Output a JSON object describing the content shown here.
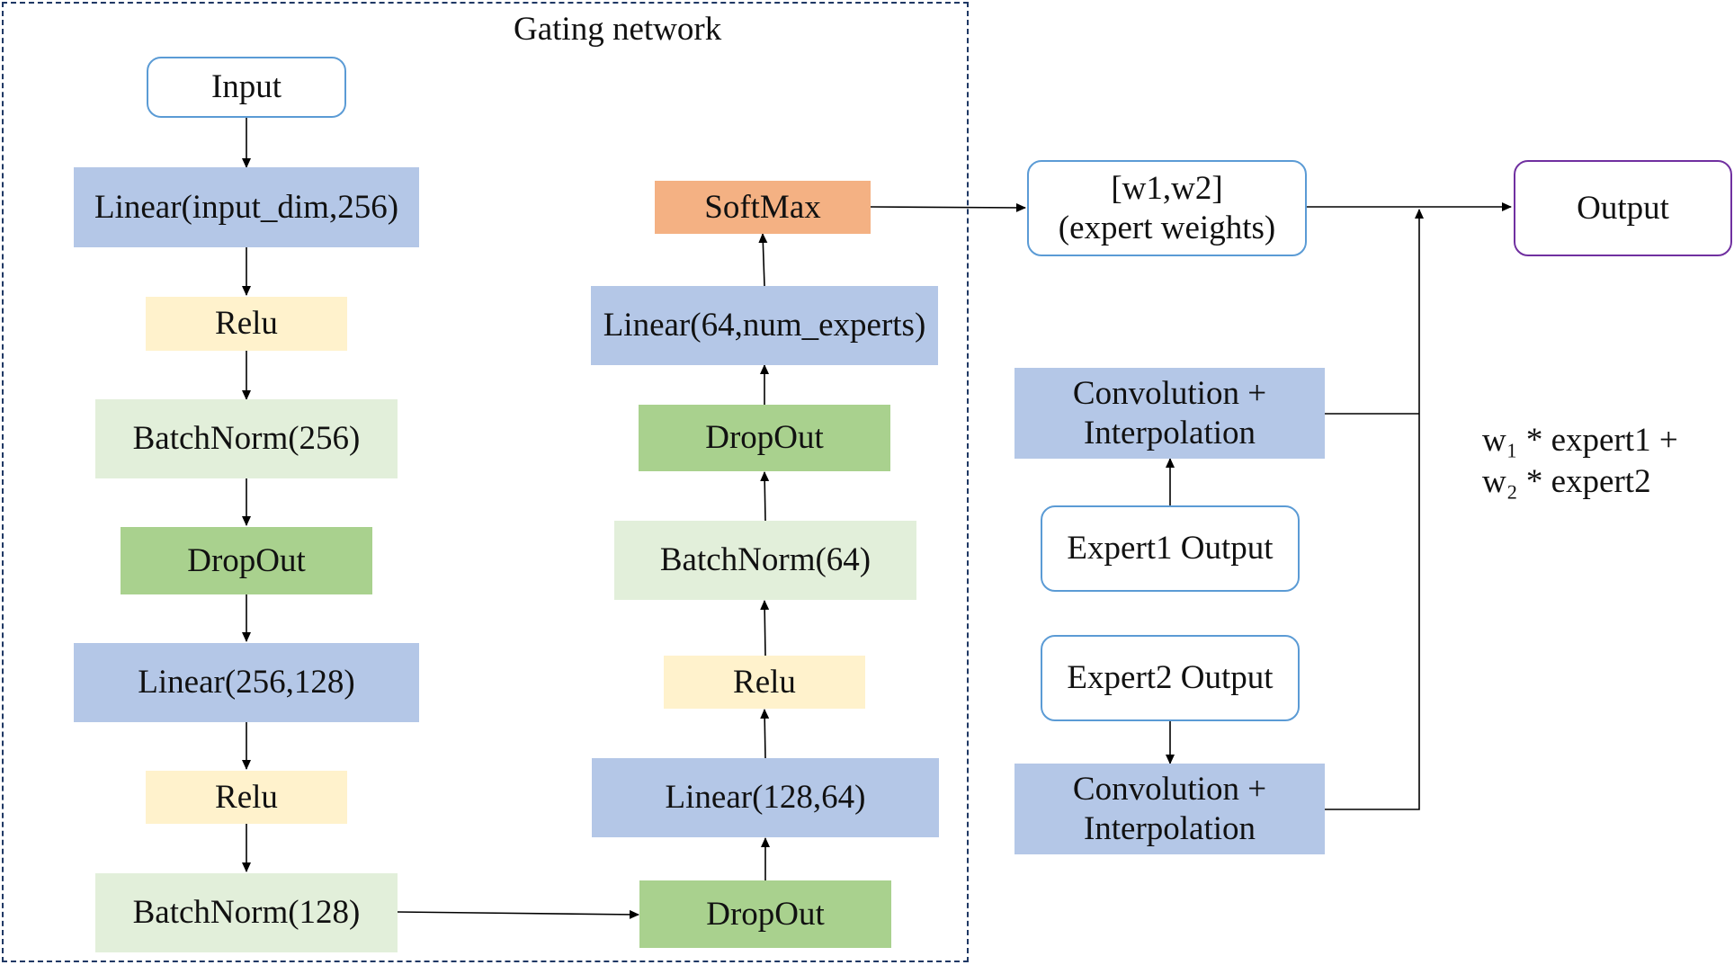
{
  "gating_network": {
    "title": "Gating network",
    "left_column": {
      "input": "Input",
      "linear1": "Linear(input_dim,256)",
      "relu1": "Relu",
      "batchnorm1": "BatchNorm(256)",
      "dropout1": "DropOut",
      "linear2": "Linear(256,128)",
      "relu2": "Relu",
      "batchnorm2": "BatchNorm(128)"
    },
    "right_column": {
      "dropout2": "DropOut",
      "linear3": "Linear(128,64)",
      "relu3": "Relu",
      "batchnorm3": "BatchNorm(64)",
      "dropout3": "DropOut",
      "linear4": "Linear(64,num_experts)",
      "softmax": "SoftMax"
    }
  },
  "weights": {
    "line1": "[w1,w2]",
    "line2": "(expert weights)"
  },
  "expert1": {
    "output": "Expert1 Output",
    "conv_line1": "Convolution +",
    "conv_line2": "Interpolation"
  },
  "expert2": {
    "output": "Expert2 Output",
    "conv_line1": "Convolution +",
    "conv_line2": "Interpolation"
  },
  "output": "Output",
  "formula": {
    "line1": "w₁ * expert1 +",
    "line2": "w₂ * expert2"
  },
  "colors": {
    "linear": "#b4c7e7",
    "relu": "#fff2cc",
    "batchnorm": "#e2efda",
    "dropout": "#a9d18e",
    "softmax": "#f4b183",
    "box_border": "#5b9bd5",
    "output_border": "#7030a0",
    "frame": "#1f3864"
  }
}
